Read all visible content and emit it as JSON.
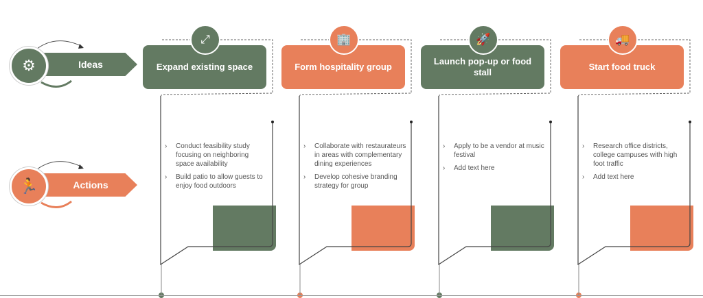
{
  "colors": {
    "green": "#637a62",
    "orange": "#e8805a"
  },
  "rows": [
    {
      "label": "Ideas",
      "icon": "code-gear-monitor-icon",
      "color": "#637a62"
    },
    {
      "label": "Actions",
      "icon": "running-person-icon",
      "color": "#e8805a"
    }
  ],
  "columns": [
    {
      "title": "Expand existing space",
      "icon": "expand-icon",
      "color": "#637a62",
      "items": [
        "Conduct feasibility study focusing on neighboring space availability",
        "Build patio to allow guests to enjoy food outdoors"
      ]
    },
    {
      "title": "Form hospitality group",
      "icon": "buildings-icon",
      "color": "#e8805a",
      "items": [
        "Collaborate with restaurateurs in areas with complementary dining experiences",
        "Develop cohesive branding strategy for group"
      ]
    },
    {
      "title": "Launch pop-up or food stall",
      "icon": "rocket-icon",
      "color": "#637a62",
      "items": [
        "Apply to be a vendor at music festival",
        "Add text here"
      ]
    },
    {
      "title": "Start food truck",
      "icon": "food-truck-icon",
      "color": "#e8805a",
      "items": [
        "Research office districts, college campuses with high foot traffic",
        "Add text here"
      ]
    }
  ]
}
